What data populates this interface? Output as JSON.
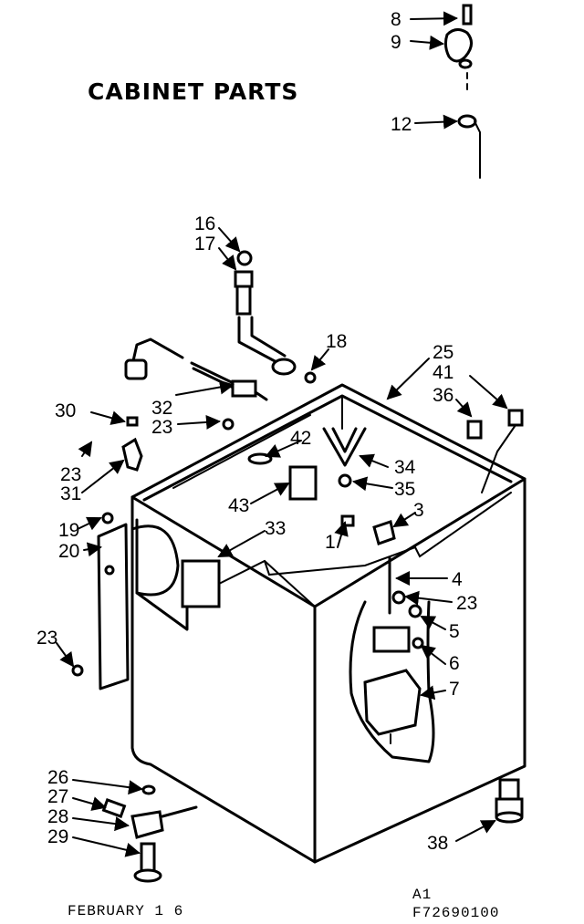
{
  "title": "CABINET PARTS",
  "footer": {
    "date": "FEBRUARY 1  6",
    "sheet": "A1",
    "part_number": "F72690100"
  },
  "labels": {
    "l8": "8",
    "l9": "9",
    "l12": "12",
    "l16": "16",
    "l17": "17",
    "l18": "18",
    "l25": "25",
    "l41": "41",
    "l36": "36",
    "l30": "30",
    "l32": "32",
    "l23a": "23",
    "l42": "42",
    "l34": "34",
    "l35": "35",
    "l23b": "23",
    "l31": "31",
    "l43": "43",
    "l3": "3",
    "l19": "19",
    "l20": "20",
    "l33": "33",
    "l1": "1",
    "l4": "4",
    "l23c": "23",
    "l5": "5",
    "l23d": "23",
    "l6": "6",
    "l7": "7",
    "l26": "26",
    "l27": "27",
    "l28": "28",
    "l29": "29",
    "l38": "38"
  }
}
